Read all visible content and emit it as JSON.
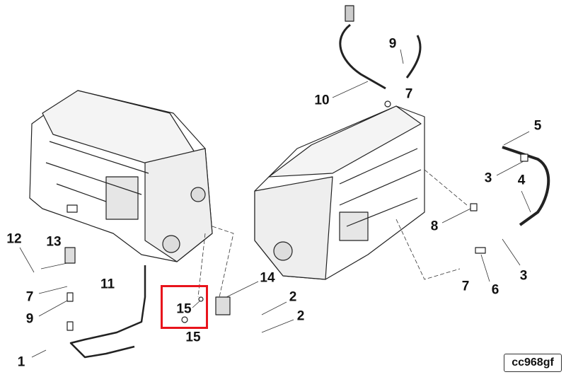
{
  "diagram": {
    "figure_code": "cc968gf",
    "highlight_color": "#e8141c",
    "callouts": [
      "9",
      "10",
      "7",
      "5",
      "3",
      "4",
      "8",
      "3",
      "6",
      "7",
      "12",
      "13",
      "7",
      "9",
      "11",
      "1",
      "14",
      "2",
      "2",
      "15",
      "15"
    ]
  }
}
